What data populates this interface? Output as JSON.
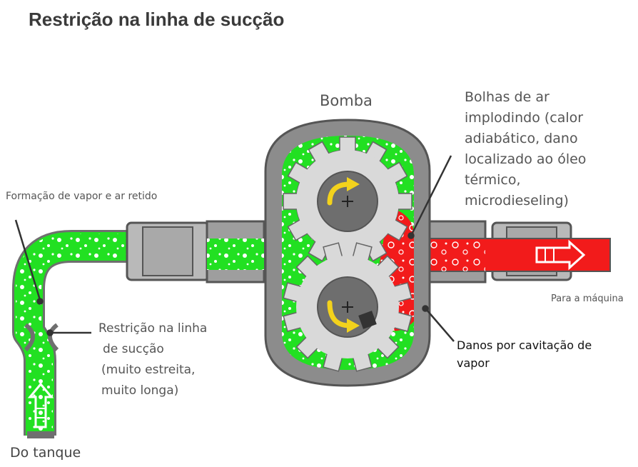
{
  "title": "Restrição na linha de sucção",
  "labels": {
    "pump": "Bomba",
    "bubbles": [
      "Bolhas de ar",
      "implodindo (calor",
      "adiabático, dano",
      "localizado ao óleo",
      "térmico,",
      "microdieseling)"
    ],
    "vapor": "Formação de vapor e ar retido",
    "restriction": [
      "Restrição na linha",
      "de sucção",
      "(muito estreita,",
      "muito longa)"
    ],
    "to_machine": "Para a máquina",
    "damage": [
      "Danos por cavitação de",
      "vapor"
    ],
    "from_tank": "Do tanque"
  },
  "colors": {
    "suction_fluid": "#22e022",
    "pressure_fluid": "#f21b1b",
    "pump_housing": "#8c8c8c",
    "gear": "#d9d9d9"
  },
  "icons": [
    "rotation-arrow-icon",
    "flow-arrow-icon"
  ]
}
